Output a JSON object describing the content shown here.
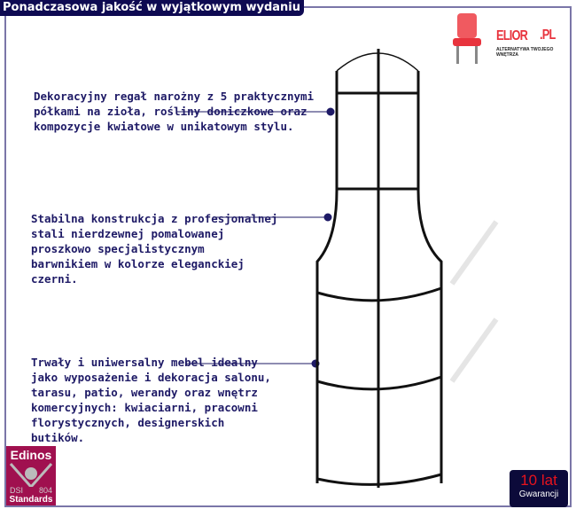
{
  "header": {
    "title": "Ponadczasowa jakość w wyjątkowym wydaniu"
  },
  "logo": {
    "brand": "ELIOR",
    "brand_suffix": ".PL",
    "tagline": "ALTERNATYWA TWOJEGO WNĘTRZA"
  },
  "features": [
    {
      "text": "Dekoracyjny regał narożny z 5 praktycznymi\npółkami na zioła, rośliny doniczkowe oraz\nkompozycje kwiatowe w unikatowym stylu."
    },
    {
      "text": "Stabilna konstrukcja z profesjonalnej\nstali nierdzewnej pomalowanej\nproszkowo specjalistycznym\nbarwnikiem w kolorze eleganckiej\nczerni."
    },
    {
      "text": "Trwały i uniwersalny mebel idealny\njako wyposażenie i dekoracja salonu,\ntarasu, patio, werandy oraz wnętrz\nkomercyjnych: kwiaciarni, pracowni\nflorystycznych, designerskich\nbutików."
    }
  ],
  "badges": {
    "edinos": {
      "top": "Edinos",
      "left": "DSI",
      "right": "804",
      "bottom": "Standards"
    },
    "warranty": {
      "years": "10 lat",
      "label": "Gwarancji"
    }
  },
  "colors": {
    "navy": "#0e0a52",
    "text": "#1e1a66",
    "red": "#e8333d",
    "magenta": "#a0104f"
  }
}
